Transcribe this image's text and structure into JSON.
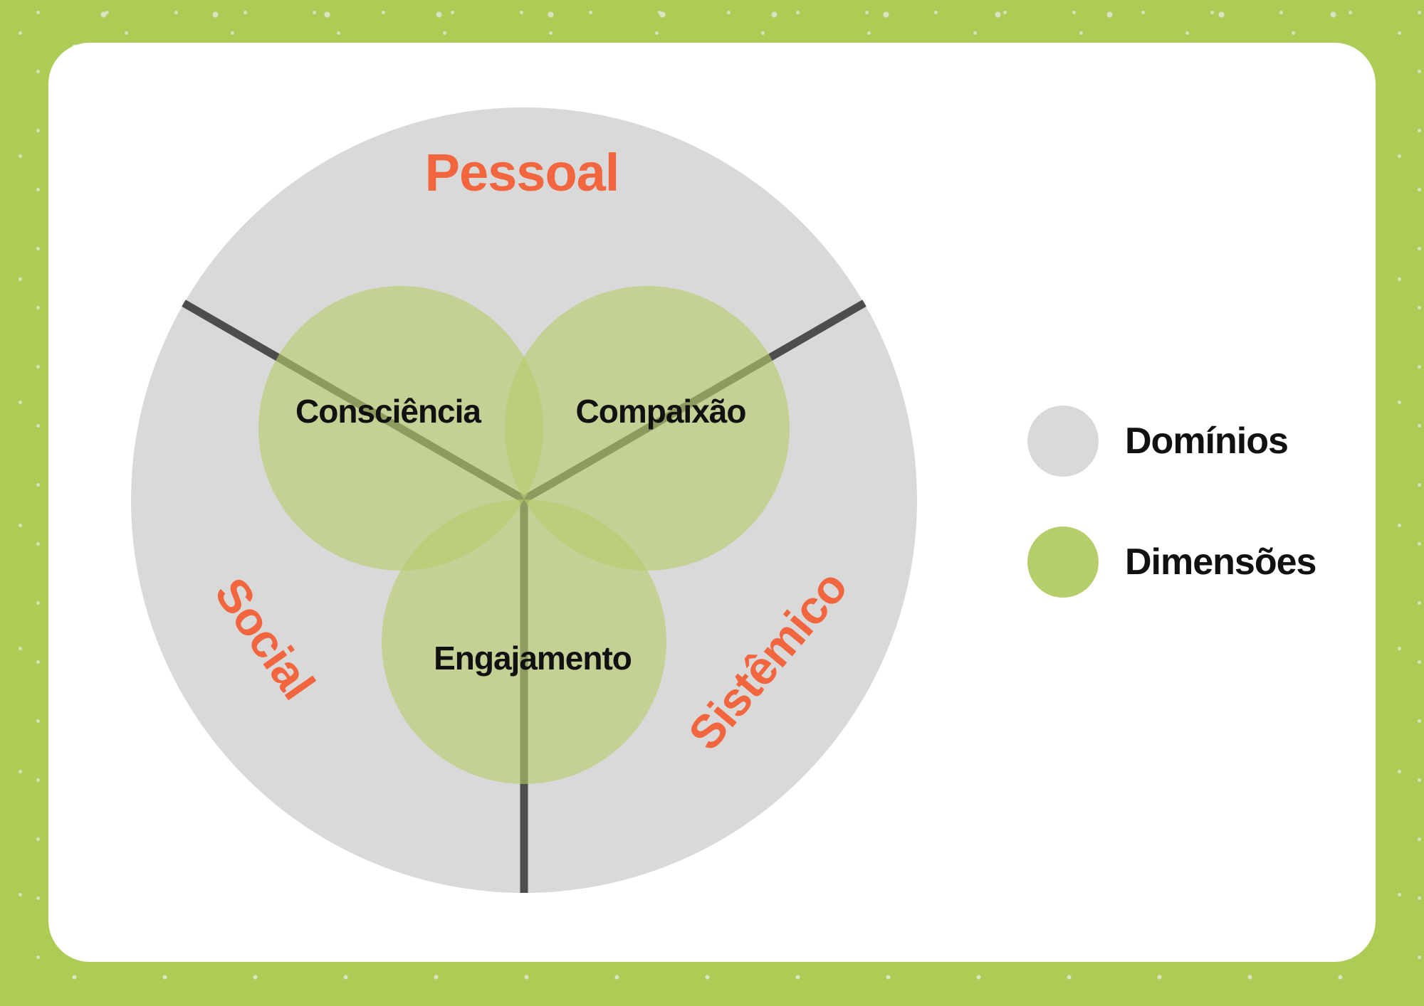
{
  "diagram": {
    "domains": {
      "top": "Pessoal",
      "bottom_left": "Social",
      "bottom_right": "Sistêmico"
    },
    "dimensions": {
      "top_left": "Consciência",
      "top_right": "Compaixão",
      "bottom": "Engajamento"
    }
  },
  "legend": {
    "domains_label": "Domínios",
    "dimensions_label": "Dimensões"
  },
  "colors": {
    "background_green": "#aecb55",
    "dot_color": "#e2e7d7",
    "card_white": "#ffffff",
    "domain_gray": "#d9d9d9",
    "dimension_green": "#b5cd6a",
    "divider_gray": "#4d4d4d",
    "accent_orange": "#f2663f",
    "text_black": "#111111"
  }
}
